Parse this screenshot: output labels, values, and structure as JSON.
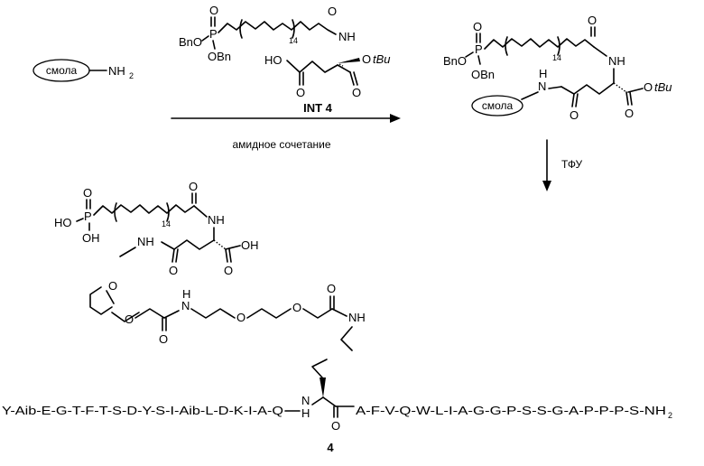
{
  "reagents": {
    "resin_label": "смола",
    "amine_group": "NH",
    "amine_subscript": "2",
    "int4_label": "INT 4",
    "conditions": "амидное сочетание"
  },
  "atoms": {
    "phosphorus": "P",
    "oxygen": "O",
    "benzyloxy": "BnO",
    "obn": "OBn",
    "nh": "NH",
    "h": "H",
    "n": "N",
    "ho": "HO",
    "oh": "OH",
    "o_tert": "O",
    "tbu": "tBu",
    "repeat_count": "14"
  },
  "step2": {
    "reagent": "ТФУ"
  },
  "product": {
    "sequence_left": "Y-Aib-E-G-T-F-T-S-D-Y-S-I-Aib-L-D-K-I-A-Q",
    "sequence_right": "A-F-V-Q-W-L-I-A-G-G-P-S-S-G-A-P-P-P-S-NH",
    "sequence_right_subscript": "2",
    "compound_number": "4"
  }
}
